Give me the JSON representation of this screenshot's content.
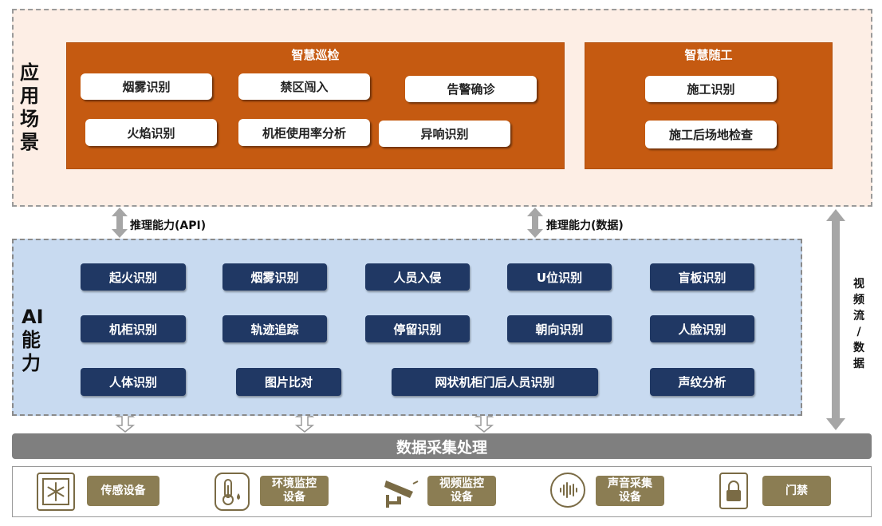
{
  "application_layer": {
    "title": "应用场景",
    "smart_inspection": {
      "title": "智慧巡检",
      "items": [
        "烟雾识别",
        "禁区闯入",
        "告警确诊",
        "火焰识别",
        "机柜使用率分析",
        "异响识别"
      ]
    },
    "smart_construction": {
      "title": "智慧随工",
      "items": [
        "施工识别",
        "施工后场地检查"
      ]
    }
  },
  "connectors": {
    "api_label": "推理能力(API)",
    "data_label": "推理能力(数据)",
    "side_label": [
      "视",
      "频",
      "流",
      "/",
      "数",
      "据"
    ]
  },
  "ai_layer": {
    "title": "AI能力",
    "items": [
      "起火识别",
      "烟雾识别",
      "人员入侵",
      "U位识别",
      "盲板识别",
      "机柜识别",
      "轨迹追踪",
      "停留识别",
      "朝向识别",
      "人脸识别",
      "人体识别",
      "图片比对",
      "网状机柜门后人员识别",
      "声纹分析"
    ]
  },
  "data_bar": {
    "label": "数据采集处理"
  },
  "devices": [
    {
      "icon": "snowflake-sensor-icon",
      "label": "传感设备"
    },
    {
      "icon": "thermometer-icon",
      "label": "环境监控\n设备"
    },
    {
      "icon": "cctv-camera-icon",
      "label": "视频监控\n设备"
    },
    {
      "icon": "sound-wave-icon",
      "label": "声音采集\n设备"
    },
    {
      "icon": "padlock-icon",
      "label": "门禁"
    }
  ],
  "colors": {
    "app_bg": "#fdeee5",
    "orange": "#c55a11",
    "ai_bg": "#c8daf0",
    "navy": "#203864",
    "gray_bar": "#7f7f7f",
    "olive": "#8b7d53"
  }
}
